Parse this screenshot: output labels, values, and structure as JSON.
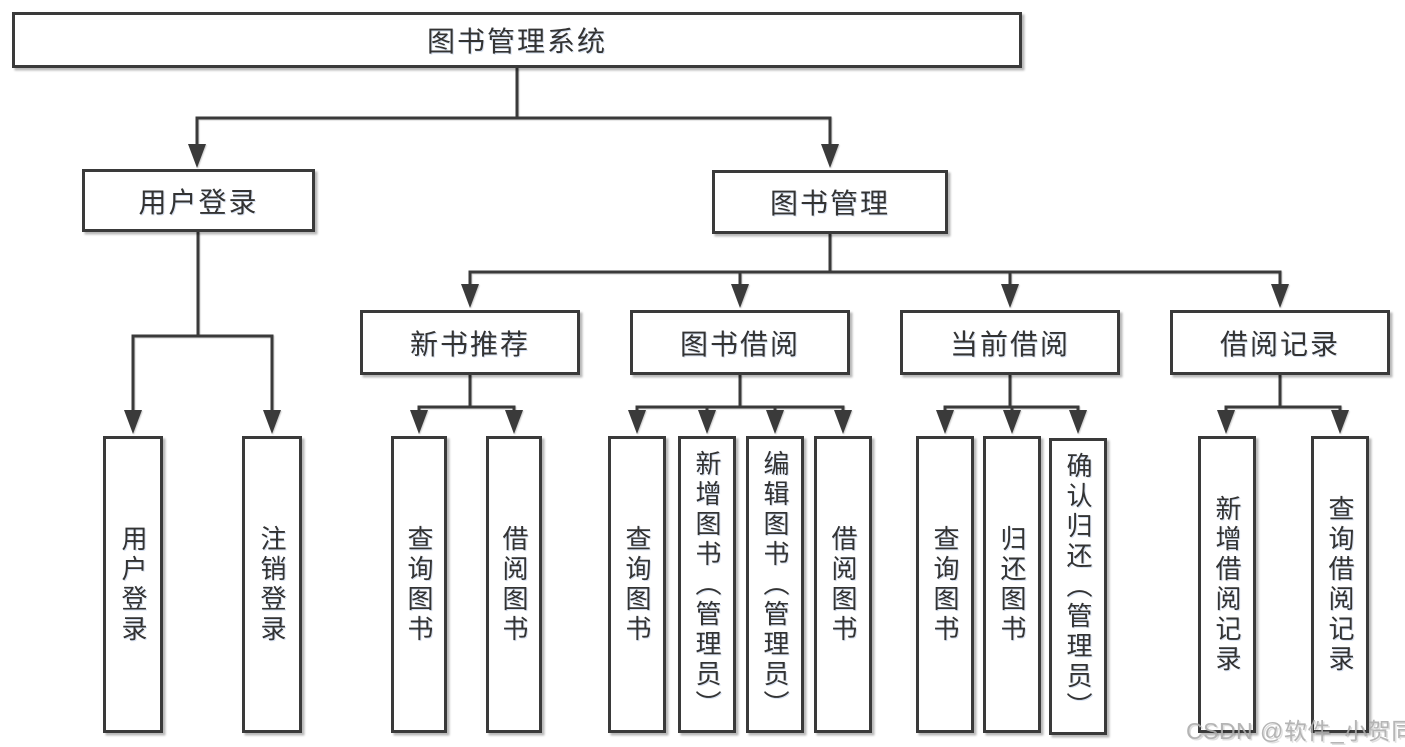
{
  "diagram": {
    "title": "图书管理系统",
    "root": {
      "label": "图书管理系统"
    },
    "branches": [
      {
        "label": "用户登录",
        "children": [
          {
            "label": "用户登录"
          },
          {
            "label": "注销登录"
          }
        ]
      },
      {
        "label": "图书管理",
        "children": [
          {
            "label": "新书推荐",
            "children": [
              {
                "label": "查询图书"
              },
              {
                "label": "借阅图书"
              }
            ]
          },
          {
            "label": "图书借阅",
            "children": [
              {
                "label": "查询图书"
              },
              {
                "label": "新增图书（管理员）"
              },
              {
                "label": "编辑图书（管理员）"
              },
              {
                "label": "借阅图书"
              }
            ]
          },
          {
            "label": "当前借阅",
            "children": [
              {
                "label": "查询图书"
              },
              {
                "label": "归还图书"
              },
              {
                "label": "确认归还（管理员）"
              }
            ]
          },
          {
            "label": "借阅记录",
            "children": [
              {
                "label": "新增借阅记录"
              },
              {
                "label": "查询借阅记录"
              }
            ]
          }
        ]
      }
    ]
  },
  "watermark": {
    "text": "CSDN @软件_小贺同学"
  },
  "colors": {
    "line": "#3a3a3a",
    "text": "#333333",
    "background": "#ffffff",
    "watermark": "#adadad"
  }
}
